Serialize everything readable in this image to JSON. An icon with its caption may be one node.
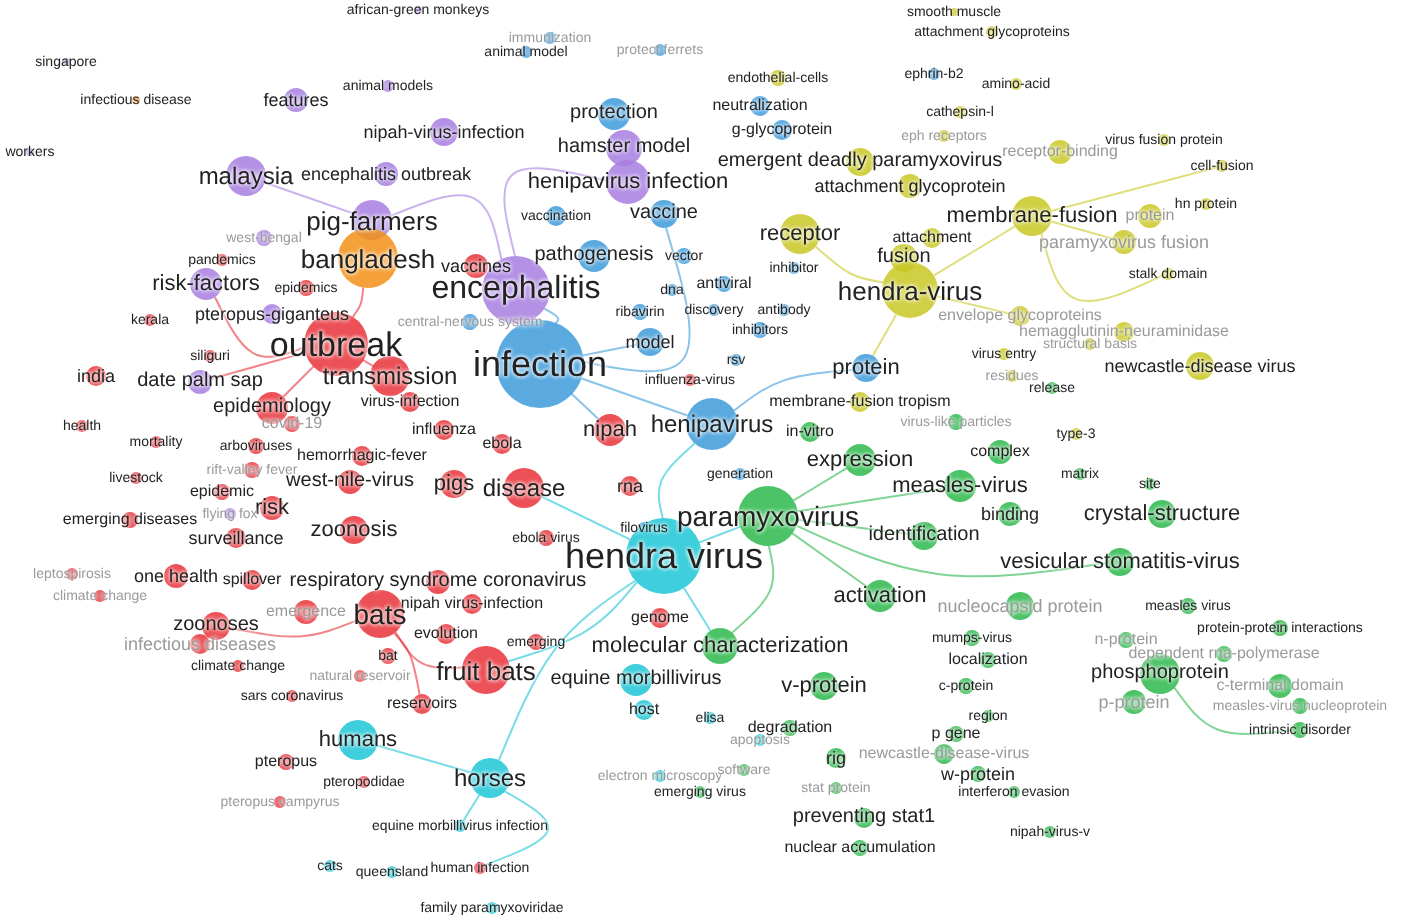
{
  "diagram": {
    "nodes": [
      {
        "text": [
          "african-green monkeys"
        ]
      },
      {
        "text": [
          "smooth muscle"
        ]
      },
      {
        "text": [
          "animal model"
        ]
      },
      {
        "text": [
          "attachment glycoproteins"
        ]
      },
      {
        "text": [
          "singapore"
        ]
      },
      {
        "text": [
          "immunization"
        ]
      },
      {
        "text": [
          "protect ferrets"
        ]
      },
      {
        "text": [
          "ephrin-b2"
        ]
      },
      {
        "text": [
          "endothelial-cells"
        ]
      },
      {
        "text": [
          "amino-acid"
        ]
      },
      {
        "text": [
          "animal models"
        ]
      },
      {
        "text": [
          "infectious disease"
        ]
      },
      {
        "text": [
          "features"
        ]
      },
      {
        "text": [
          "neutralization"
        ]
      },
      {
        "text": [
          "protection"
        ]
      },
      {
        "text": [
          "cathepsin-l"
        ]
      },
      {
        "text": [
          "g-glycoprotein"
        ]
      },
      {
        "text": [
          "nipah-virus-infection"
        ]
      },
      {
        "text": [
          "workers"
        ]
      },
      {
        "text": [
          "hamster model"
        ]
      },
      {
        "text": [
          "receptor-binding"
        ]
      },
      {
        "text": [
          "virus fusion protein"
        ]
      },
      {
        "text": [
          "cell-fusion"
        ]
      },
      {
        "text": [
          "malaysia"
        ]
      },
      {
        "text": [
          "encephalitis outbreak"
        ]
      },
      {
        "text": [
          "henipavirus infection"
        ]
      },
      {
        "text": [
          "emergent deadly paramyxovirus"
        ]
      },
      {
        "text": [
          "attachment glycoprotein"
        ]
      },
      {
        "text": [
          "pig-farmers"
        ]
      },
      {
        "text": [
          "membrane-fusion"
        ]
      },
      {
        "text": [
          "hn protein"
        ]
      },
      {
        "text": [
          "paramyxovirus fusion"
        ]
      },
      {
        "text": [
          "bangladesh"
        ]
      },
      {
        "text": [
          "vaccination"
        ]
      },
      {
        "text": [
          "vaccine"
        ]
      },
      {
        "text": [
          "receptor"
        ]
      },
      {
        "text": [
          "west-bengal"
        ]
      },
      {
        "text": [
          "pandemics"
        ]
      },
      {
        "text": [
          "fusion"
        ]
      },
      {
        "text": [
          "hendra-virus"
        ]
      },
      {
        "text": [
          "stalk domain"
        ]
      },
      {
        "text": [
          "attachment"
        ]
      },
      {
        "text": [
          "risk-factors"
        ]
      },
      {
        "text": [
          "epidemics"
        ]
      },
      {
        "text": [
          "vaccines"
        ]
      },
      {
        "text": [
          "pathogenesis"
        ]
      },
      {
        "text": [
          "vector"
        ]
      },
      {
        "text": [
          "inhibitor"
        ]
      },
      {
        "text": [
          "envelope glycoproteins"
        ]
      },
      {
        "text": [
          "hemagglutinin-neuraminidase"
        ]
      },
      {
        "text": [
          "pteropus-giganteus"
        ]
      },
      {
        "text": [
          "kerala"
        ]
      },
      {
        "text": [
          "dna"
        ]
      },
      {
        "text": [
          "antiviral"
        ]
      },
      {
        "text": [
          "ribavirin"
        ]
      },
      {
        "text": [
          "discovery"
        ]
      },
      {
        "text": [
          "antibody"
        ]
      },
      {
        "text": [
          "central-nervous system"
        ]
      },
      {
        "text": [
          "encephalitis"
        ]
      },
      {
        "text": [
          "outbreak"
        ]
      },
      {
        "text": [
          "infection"
        ]
      },
      {
        "text": [
          "eph receptors"
        ]
      },
      {
        "text": [
          "siliguri"
        ]
      },
      {
        "text": [
          "date palm sap"
        ]
      },
      {
        "text": [
          "transmission"
        ]
      },
      {
        "text": [
          "virus-infection"
        ]
      },
      {
        "text": [
          "epidemiology"
        ]
      },
      {
        "text": [
          "india"
        ]
      },
      {
        "text": [
          "model"
        ]
      },
      {
        "text": [
          "inhibitors"
        ]
      },
      {
        "text": [
          "virus entry"
        ]
      },
      {
        "text": [
          "structural basis"
        ]
      },
      {
        "text": [
          "henipavirus"
        ]
      },
      {
        "text": [
          "protein"
        ]
      },
      {
        "text": [
          "membrane-fusion tropism"
        ]
      },
      {
        "text": [
          "residues"
        ]
      },
      {
        "text": [
          "release"
        ]
      },
      {
        "text": [
          "virus-like particles"
        ]
      },
      {
        "text": [
          "rsv"
        ]
      },
      {
        "text": [
          "influenza-virus"
        ]
      },
      {
        "text": [
          "covid-19"
        ]
      },
      {
        "text": [
          "influenza"
        ]
      },
      {
        "text": [
          "health"
        ]
      },
      {
        "text": [
          "mortality"
        ]
      },
      {
        "text": [
          "arboviruses"
        ]
      },
      {
        "text": [
          "hemorrhagic-fever"
        ]
      },
      {
        "text": [
          "ebola"
        ]
      },
      {
        "text": [
          "nipah"
        ]
      },
      {
        "text": [
          "in-vitro"
        ]
      },
      {
        "text": [
          "expression"
        ]
      },
      {
        "text": [
          "type-3"
        ]
      },
      {
        "text": [
          "complex"
        ]
      },
      {
        "text": [
          "rift-valley fever"
        ]
      },
      {
        "text": [
          "livestock"
        ]
      },
      {
        "text": [
          "epidemic"
        ]
      },
      {
        "text": [
          "west-nile-virus"
        ]
      },
      {
        "text": [
          "pigs"
        ]
      },
      {
        "text": [
          "disease"
        ]
      },
      {
        "text": [
          "rna"
        ]
      },
      {
        "text": [
          "matrix"
        ]
      },
      {
        "text": [
          "measles-virus"
        ]
      },
      {
        "text": [
          "site"
        ]
      },
      {
        "text": [
          "generation"
        ]
      },
      {
        "text": [
          "paramyxovirus"
        ]
      },
      {
        "text": [
          "identification"
        ]
      },
      {
        "text": [
          "crystal-structure"
        ]
      },
      {
        "text": [
          "binding"
        ]
      },
      {
        "text": [
          "risk"
        ]
      },
      {
        "text": [
          "flying fox"
        ]
      },
      {
        "text": [
          "emerging diseases"
        ]
      },
      {
        "text": [
          "surveillance"
        ]
      },
      {
        "text": [
          "zoonosis"
        ]
      },
      {
        "text": [
          "filovirus"
        ]
      },
      {
        "text": [
          "ebola virus"
        ]
      },
      {
        "text": [
          "hendra virus"
        ]
      },
      {
        "text": [
          "vesicular stomatitis-virus"
        ]
      },
      {
        "text": [
          "one health"
        ]
      },
      {
        "text": [
          "leptospirosis"
        ]
      },
      {
        "text": [
          "climate change"
        ]
      },
      {
        "text": [
          "spillover"
        ]
      },
      {
        "text": [
          "respiratory syndrome coronavirus"
        ]
      },
      {
        "text": [
          "activation"
        ]
      },
      {
        "text": [
          "nucleocapsid protein"
        ]
      },
      {
        "text": [
          "nipah virus-infection"
        ]
      },
      {
        "text": [
          "zoonoses"
        ]
      },
      {
        "text": [
          "emergence"
        ]
      },
      {
        "text": [
          "bats"
        ]
      },
      {
        "text": [
          "genome"
        ]
      },
      {
        "text": [
          "evolution"
        ]
      },
      {
        "text": [
          "mumps-virus"
        ]
      },
      {
        "text": [
          "infectious diseases"
        ]
      },
      {
        "text": [
          "molecular characterization"
        ]
      },
      {
        "text": [
          "localization"
        ]
      },
      {
        "text": [
          "n-protein"
        ]
      },
      {
        "text": [
          "dependent rna-polymerase"
        ]
      },
      {
        "text": [
          "protein-protein interactions"
        ]
      },
      {
        "text": [
          "measles virus"
        ]
      },
      {
        "text": [
          "climate change"
        ]
      },
      {
        "text": [
          "emerging"
        ]
      },
      {
        "text": [
          "fruit bats"
        ]
      },
      {
        "text": [
          "equine morbillivirus"
        ]
      },
      {
        "text": [
          "v-protein"
        ]
      },
      {
        "text": [
          "phosphoprotein"
        ]
      },
      {
        "text": [
          "bat"
        ]
      },
      {
        "text": [
          "natural reservoir"
        ]
      },
      {
        "text": [
          "c-protein"
        ]
      },
      {
        "text": [
          "c-terminal domain"
        ]
      },
      {
        "text": [
          "sars coronavirus"
        ]
      },
      {
        "text": [
          "host"
        ]
      },
      {
        "text": [
          "reservoirs"
        ]
      },
      {
        "text": [
          "elisa"
        ]
      },
      {
        "text": [
          "p-protein"
        ]
      },
      {
        "text": [
          "region"
        ]
      },
      {
        "text": [
          "measles-virus nucleoprotein"
        ]
      },
      {
        "text": [
          "intrinsic disorder"
        ]
      },
      {
        "text": [
          "humans"
        ]
      },
      {
        "text": [
          "apoptosis"
        ]
      },
      {
        "text": [
          "degradation"
        ]
      },
      {
        "text": [
          "p gene"
        ]
      },
      {
        "text": [
          "pteropus"
        ]
      },
      {
        "text": [
          "rig"
        ]
      },
      {
        "text": [
          "newcastle-disease-virus"
        ]
      },
      {
        "text": [
          "w-protein"
        ]
      },
      {
        "text": [
          "horses"
        ]
      },
      {
        "text": [
          "pteropodidae"
        ]
      },
      {
        "text": [
          "electron microscopy"
        ]
      },
      {
        "text": [
          "software"
        ]
      },
      {
        "text": [
          "stat protein"
        ]
      },
      {
        "text": [
          "interferon evasion"
        ]
      },
      {
        "text": [
          "emerging virus"
        ]
      },
      {
        "text": [
          "pteropus vampyrus"
        ]
      },
      {
        "text": [
          "preventing stat1"
        ]
      },
      {
        "text": [
          "protein"
        ]
      },
      {
        "text": [
          "nipah-virus-v"
        ]
      },
      {
        "text": [
          "equine morbillivirus infection"
        ]
      },
      {
        "text": [
          "nuclear accumulation"
        ]
      },
      {
        "text": [
          "cats"
        ]
      },
      {
        "text": [
          "queensland"
        ]
      },
      {
        "text": [
          "human infection"
        ]
      },
      {
        "text": [
          "family paramyxoviridae"
        ]
      },
      {
        "text": [
          "newcastle-disease virus"
        ]
      }
    ],
    "edges": [
      {
        "from": 60,
        "to": 58,
        "arrow": "none",
        "color": "#3d9bdb"
      },
      {
        "from": 60,
        "to": 72,
        "arrow": "none",
        "color": "#3d9bdb"
      },
      {
        "from": 60,
        "to": 68,
        "arrow": "none",
        "color": "#3d9bdb"
      },
      {
        "from": 60,
        "to": 34,
        "arrow": "none",
        "color": "#3d9bdb"
      },
      {
        "from": 60,
        "to": 87,
        "arrow": "none",
        "color": "#3d9bdb"
      },
      {
        "from": 59,
        "to": 64,
        "arrow": "none",
        "color": "#e8323a"
      },
      {
        "from": 58,
        "to": 28,
        "arrow": "none",
        "color": "#a77ee0"
      },
      {
        "from": 58,
        "to": 25,
        "arrow": "none",
        "color": "#a77ee0"
      },
      {
        "from": 59,
        "to": 32,
        "arrow": "none",
        "color": "#e8323a"
      },
      {
        "from": 59,
        "to": 42,
        "arrow": "none",
        "color": "#e8323a"
      },
      {
        "from": 59,
        "to": 63,
        "arrow": "none",
        "color": "#e8323a"
      },
      {
        "from": 59,
        "to": 66,
        "arrow": "none",
        "color": "#e8323a"
      },
      {
        "from": 114,
        "to": 72,
        "arrow": "none",
        "color": "#1cc5d6"
      },
      {
        "from": 114,
        "to": 103,
        "arrow": "none",
        "color": "#1cc5d6"
      },
      {
        "from": 114,
        "to": 163,
        "arrow": "none",
        "color": "#1cc5d6"
      },
      {
        "from": 114,
        "to": 139,
        "arrow": "none",
        "color": "#1cc5d6"
      },
      {
        "from": 114,
        "to": 131,
        "arrow": "none",
        "color": "#1cc5d6"
      },
      {
        "from": 114,
        "to": 97,
        "arrow": "none",
        "color": "#1cc5d6"
      },
      {
        "from": 103,
        "to": 104,
        "arrow": "none",
        "color": "#2cb84b"
      },
      {
        "from": 103,
        "to": 121,
        "arrow": "none",
        "color": "#2cb84b"
      },
      {
        "from": 103,
        "to": 131,
        "arrow": "none",
        "color": "#2cb84b"
      },
      {
        "from": 103,
        "to": 89,
        "arrow": "none",
        "color": "#2cb84b"
      },
      {
        "from": 103,
        "to": 100,
        "arrow": "none",
        "color": "#2cb84b"
      },
      {
        "from": 39,
        "to": 29,
        "arrow": "none",
        "color": "#c9c825"
      },
      {
        "from": 39,
        "to": 35,
        "arrow": "none",
        "color": "#c9c825"
      },
      {
        "from": 39,
        "to": 38,
        "arrow": "none",
        "color": "#c9c825"
      },
      {
        "from": 39,
        "to": 48,
        "arrow": "none",
        "color": "#c9c825"
      },
      {
        "from": 39,
        "to": 73,
        "arrow": "none",
        "color": "#c9c825"
      },
      {
        "from": 29,
        "to": 31,
        "arrow": "none",
        "color": "#c9c825"
      },
      {
        "from": 29,
        "to": 40,
        "arrow": "none",
        "color": "#c9c825"
      },
      {
        "from": 29,
        "to": 22,
        "arrow": "none",
        "color": "#c9c825"
      },
      {
        "from": 126,
        "to": 139,
        "arrow": "none",
        "color": "#e8323a"
      },
      {
        "from": 126,
        "to": 124,
        "arrow": "none",
        "color": "#e8323a"
      },
      {
        "from": 126,
        "to": 149,
        "arrow": "none",
        "color": "#e8323a"
      },
      {
        "from": 163,
        "to": 155,
        "arrow": "none",
        "color": "#1cc5d6"
      },
      {
        "from": 163,
        "to": 174,
        "arrow": "none",
        "color": "#1cc5d6"
      },
      {
        "from": 163,
        "to": 178,
        "arrow": "none",
        "color": "#1cc5d6"
      },
      {
        "from": 142,
        "to": 154,
        "arrow": "none",
        "color": "#2cb84b"
      },
      {
        "from": 103,
        "to": 115,
        "arrow": "none",
        "color": "#2cb84b"
      },
      {
        "from": 32,
        "to": 28,
        "arrow": "none",
        "color": "#f39018"
      },
      {
        "from": 23,
        "to": 28,
        "arrow": "none",
        "color": "#a77ee0"
      },
      {
        "from": 72,
        "to": 73,
        "arrow": "none",
        "color": "#3d9bdb"
      }
    ]
  }
}
